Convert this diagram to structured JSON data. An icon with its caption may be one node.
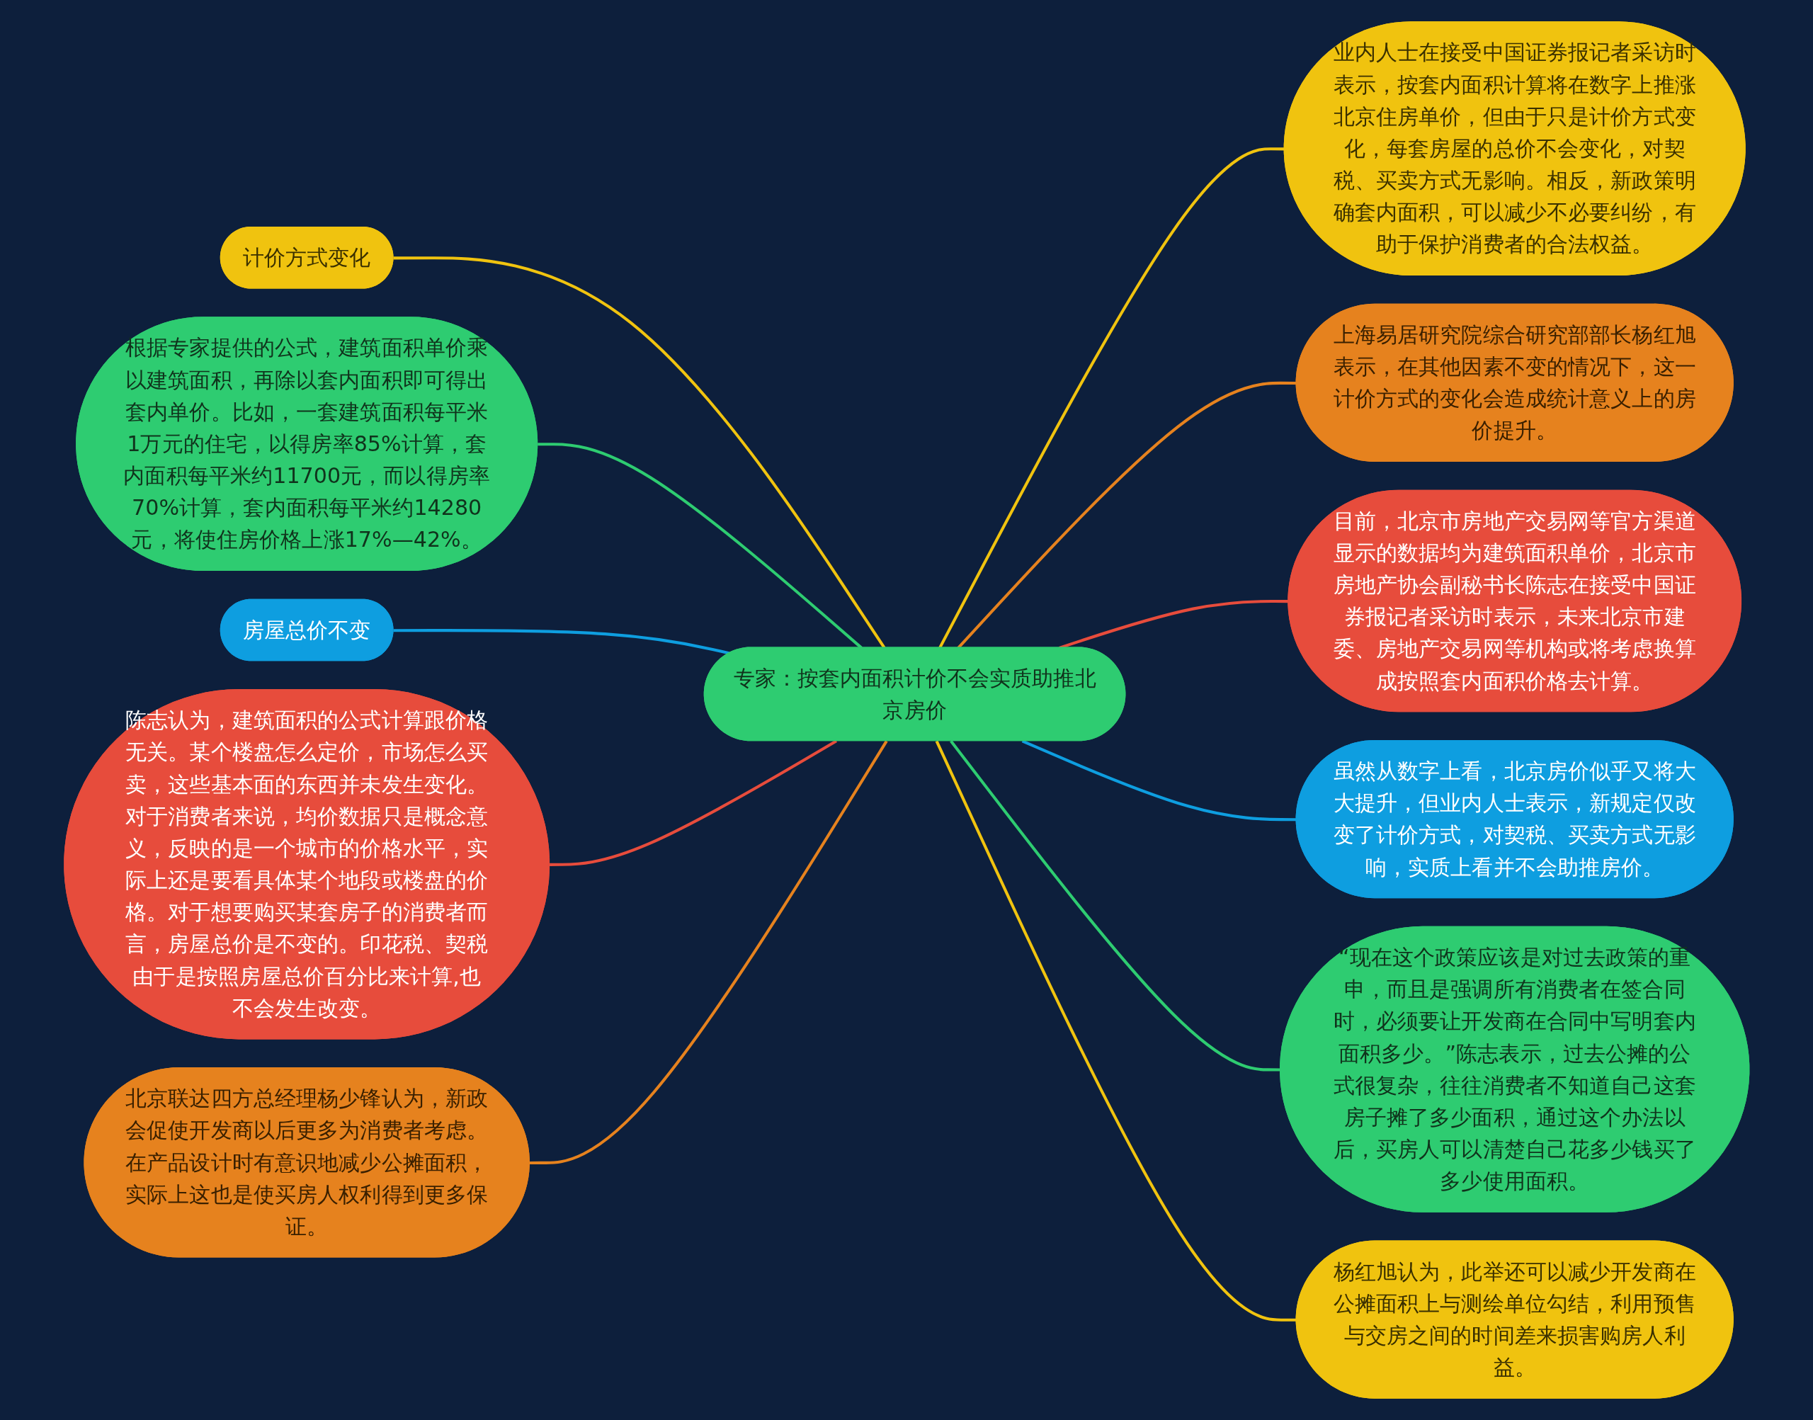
{
  "diagram": {
    "nodes": [
      {
        "text": [
          "专家：按套内面积计价不会实质助推北京房价"
        ]
      },
      {
        "text": [
          "计价方式变化"
        ]
      },
      {
        "text": [
          "根据专家提供的公式，建筑面积单价乘以建筑面积，再除以套内面积即可得出套内单价。比如，一套建筑面积每平米1万元的住宅，以得房率85%计算，套内面积每平米约11700元，而以得房率70%计算，套内面积每平米约14280元，将使住房价格上涨17%—42%。"
        ]
      },
      {
        "text": [
          "房屋总价不变"
        ]
      },
      {
        "text": [
          "陈志认为，建筑面积的公式计算跟价格无关。某个楼盘怎么定价，市场怎么买卖，这些基本面的东西并未发生变化。对于消费者来说，均价数据只是概念意义，反映的是一个城市的价格水平，实际上还是要看具体某个地段或楼盘的价格。对于想要购买某套房子的消费者而言，房屋总价是不变的。印花税、契税由于是按照房屋总价百分比来计算,也不会发生改变。"
        ]
      },
      {
        "text": [
          "北京联达四方总经理杨少锋认为，新政会促使开发商以后更多为消费者考虑。在产品设计时有意识地减少公摊面积，实际上这也是使买房人权利得到更多保证。"
        ]
      },
      {
        "text": [
          "业内人士在接受中国证券报记者采访时表示，按套内面积计算将在数字上推涨北京住房单价，但由于只是计价方式变化，每套房屋的总价不会变化，对契税、买卖方式无影响。相反，新政策明确套内面积，可以减少不必要纠纷，有助于保护消费者的合法权益。"
        ]
      },
      {
        "text": [
          "上海易居研究院综合研究部部长杨红旭表示，在其他因素不变的情况下，这一计价方式的变化会造成统计意义上的房价提升。"
        ]
      },
      {
        "text": [
          "目前，北京市房地产交易网等官方渠道显示的数据均为建筑面积单价，北京市房地产协会副秘书长陈志在接受中国证券报记者采访时表示，未来北京市建委、房地产交易网等机构或将考虑换算成按照套内面积价格去计算。"
        ]
      },
      {
        "text": [
          "虽然从数字上看，北京房价似乎又将大大提升，但业内人士表示，新规定仅改变了计价方式，对契税、买卖方式无影响，实质上看并不会助推房价。"
        ]
      },
      {
        "text": [
          "“现在这个政策应该是对过去政策的重申，而且是强调所有消费者在签合同时，必须要让开发商在合同中写明套内面积多少。”陈志表示，过去公摊的公式很复杂，往往消费者不知道自己这套房子摊了多少面积，通过这个办法以后，买房人可以清楚自己花多少钱买了多少使用面积。"
        ]
      },
      {
        "text": [
          "杨红旭认为，此举还可以减少开发商在公摊面积上与测绘单位勾结，利用预售与交房之间的时间差来损害购房人利益。"
        ]
      }
    ],
    "edges": [
      {
        "from": 0,
        "to": 1,
        "arrow": "none"
      },
      {
        "from": 0,
        "to": 2,
        "arrow": "none",
        "color": "#2ecc71"
      },
      {
        "from": 0,
        "to": 3,
        "arrow": "none",
        "color": "#0e9ee0"
      },
      {
        "from": 0,
        "to": 4,
        "arrow": "none",
        "color": "#e74c3c"
      },
      {
        "from": 0,
        "to": 5,
        "arrow": "none",
        "color": "#e6821e"
      },
      {
        "from": 0,
        "to": 6,
        "arrow": "none"
      },
      {
        "from": 0,
        "to": 7,
        "arrow": "none",
        "color": "#e6821e"
      },
      {
        "from": 0,
        "to": 8,
        "arrow": "none",
        "color": "#e74c3c"
      },
      {
        "from": 0,
        "to": 9,
        "arrow": "none",
        "color": "#0e9ee0"
      },
      {
        "from": 0,
        "to": 10,
        "arrow": "none",
        "color": "#2ecc71"
      },
      {
        "from": 0,
        "to": 11,
        "arrow": "none"
      }
    ]
  }
}
